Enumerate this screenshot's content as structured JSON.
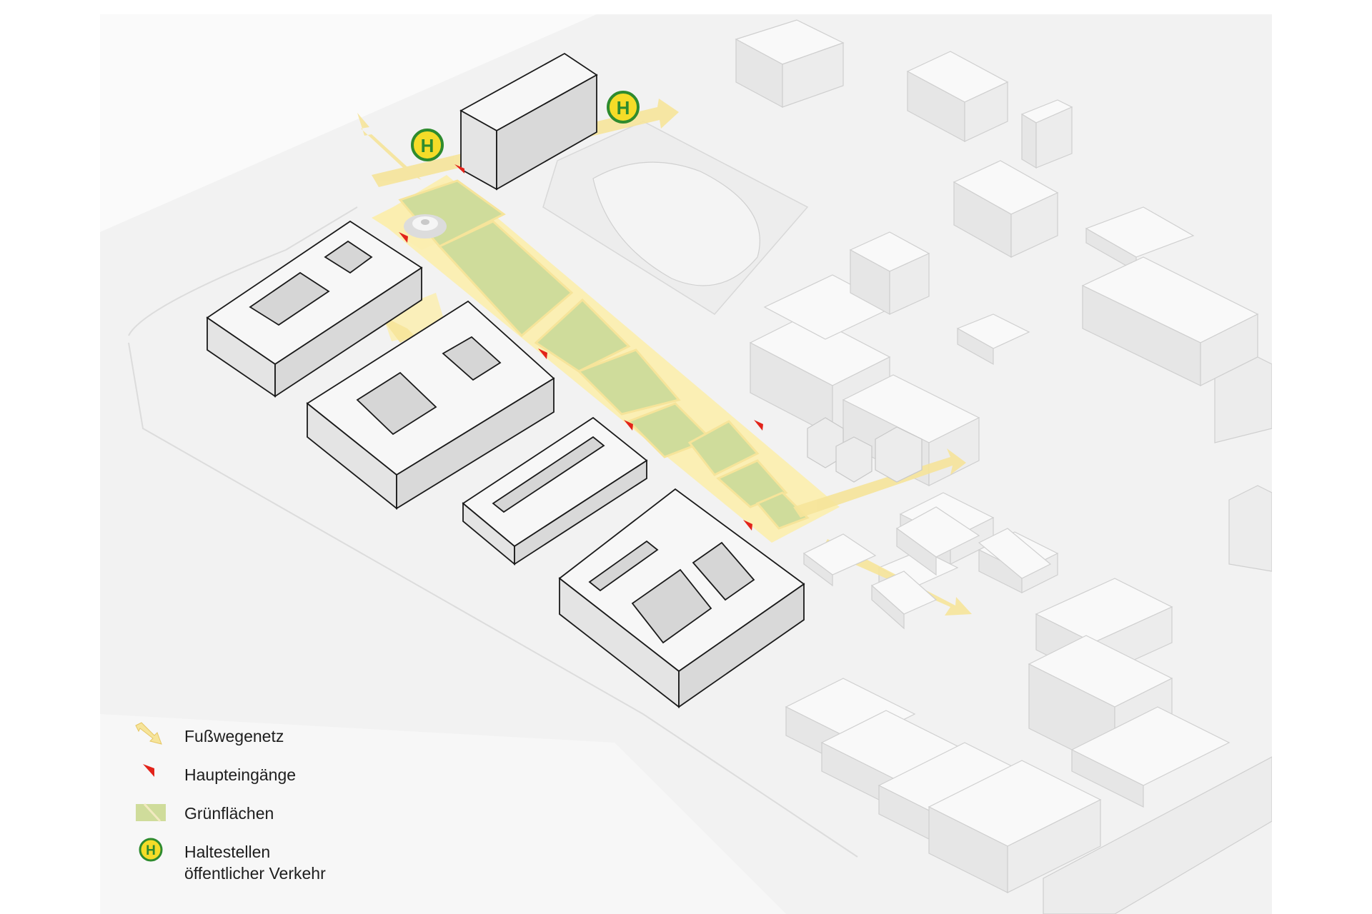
{
  "colors": {
    "background": "#ffffff",
    "ground": "#f1f1f1",
    "building_top": "#f7f7f7",
    "building_side": "#e4e4e4",
    "building_front": "#d9d9d9",
    "path_yellow": "#fbeeb0",
    "arrow_yellow": "#f6e49a",
    "green_area": "#cfdc9b",
    "entrance_red": "#e2231a",
    "stop_yellow": "#f5dc28",
    "stop_green": "#2e8b2e",
    "outline": "#1a1a1a"
  },
  "map": {
    "stop_symbol": "H",
    "icons": [
      "transit-stop-icon",
      "entrance-marker-icon",
      "footpath-arrow-icon",
      "green-area-icon",
      "fountain-icon"
    ]
  },
  "legend": {
    "items": [
      {
        "label": "Fußwegenetz",
        "icon": "footpath-arrow-icon"
      },
      {
        "label": "Haupteingänge",
        "icon": "entrance-marker-icon"
      },
      {
        "label": "Grünflächen",
        "icon": "green-area-icon"
      },
      {
        "label_line1": "Haltestellen",
        "label_line2": "öffentlicher Verkehr",
        "icon": "transit-stop-icon"
      }
    ]
  }
}
